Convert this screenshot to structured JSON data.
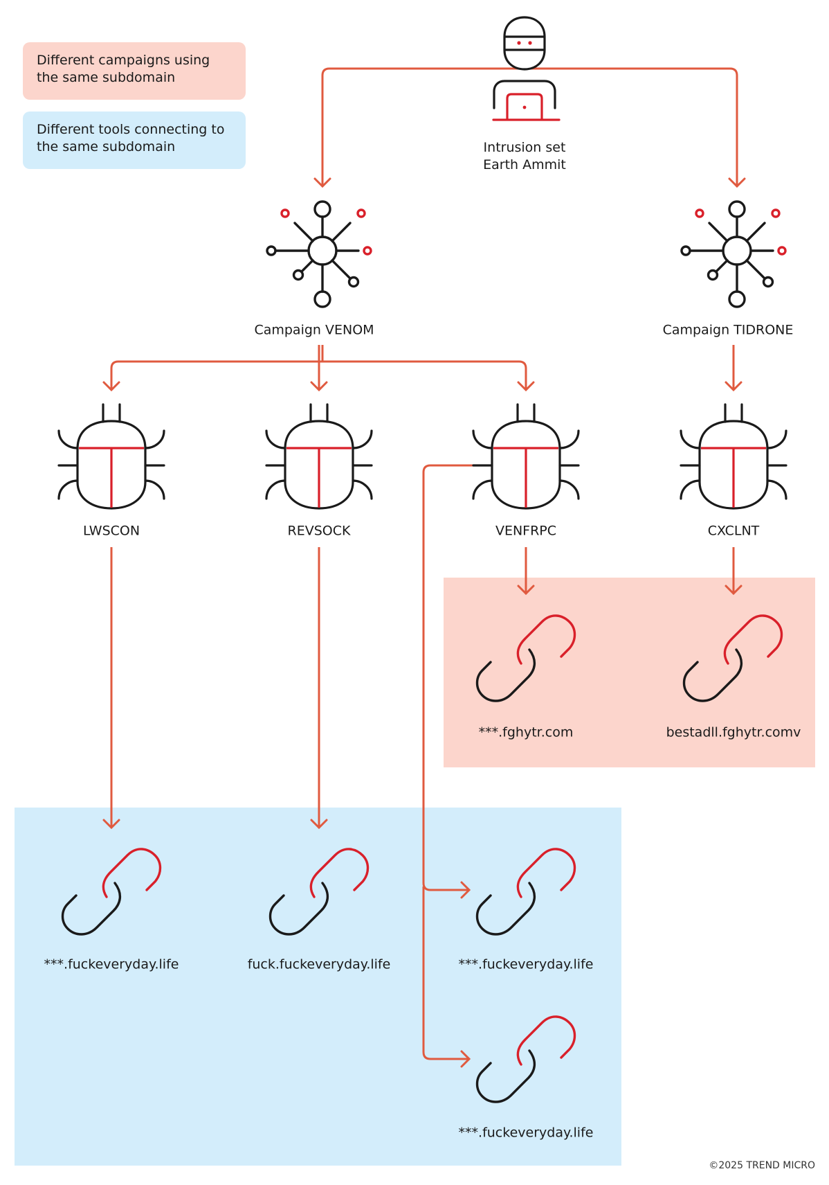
{
  "legend": {
    "campaigns": "Different campaigns using the same subdomain",
    "tools": "Different tools connecting to the same subdomain"
  },
  "colors": {
    "connector": "#e05a3f",
    "icon_red": "#d9202a",
    "icon_black": "#1a1a1a",
    "zone_campaigns": "#fcd5cc",
    "zone_tools": "#d3edfb"
  },
  "intrusion_set": {
    "line1": "Intrusion set",
    "line2": "Earth Ammit",
    "icon": "hacker-icon"
  },
  "campaigns": [
    {
      "label": "Campaign VENOM",
      "icon": "network-icon"
    },
    {
      "label": "Campaign TIDRONE",
      "icon": "network-icon"
    }
  ],
  "tools": [
    {
      "label": "LWSCON",
      "icon": "bug-icon"
    },
    {
      "label": "REVSOCK",
      "icon": "bug-icon"
    },
    {
      "label": "VENFRPC",
      "icon": "bug-icon"
    },
    {
      "label": "CXCLNT",
      "icon": "bug-icon"
    }
  ],
  "domains": [
    {
      "label": "***.fghytr.com",
      "icon": "link-icon",
      "zone": "campaigns"
    },
    {
      "label": "bestadll.fghytr.comv",
      "icon": "link-icon",
      "zone": "campaigns"
    },
    {
      "label": "***.fuckeveryday.life",
      "icon": "link-icon",
      "zone": "tools"
    },
    {
      "label": "fuck.fuckeveryday.life",
      "icon": "link-icon",
      "zone": "tools"
    },
    {
      "label": "***.fuckeveryday.life",
      "icon": "link-icon",
      "zone": "tools"
    },
    {
      "label": "***.fuckeveryday.life",
      "icon": "link-icon",
      "zone": "tools"
    }
  ],
  "edges": [
    [
      "Intrusion set Earth Ammit",
      "Campaign VENOM"
    ],
    [
      "Intrusion set Earth Ammit",
      "Campaign TIDRONE"
    ],
    [
      "Campaign VENOM",
      "LWSCON"
    ],
    [
      "Campaign VENOM",
      "REVSOCK"
    ],
    [
      "Campaign VENOM",
      "VENFRPC"
    ],
    [
      "Campaign TIDRONE",
      "CXCLNT"
    ],
    [
      "VENFRPC",
      "***.fghytr.com"
    ],
    [
      "CXCLNT",
      "bestadll.fghytr.comv"
    ],
    [
      "LWSCON",
      "***.fuckeveryday.life"
    ],
    [
      "REVSOCK",
      "fuck.fuckeveryday.life"
    ],
    [
      "VENFRPC",
      "***.fuckeveryday.life (1)"
    ],
    [
      "VENFRPC",
      "***.fuckeveryday.life (2)"
    ]
  ],
  "copyright": "©2025 TREND MICRO"
}
